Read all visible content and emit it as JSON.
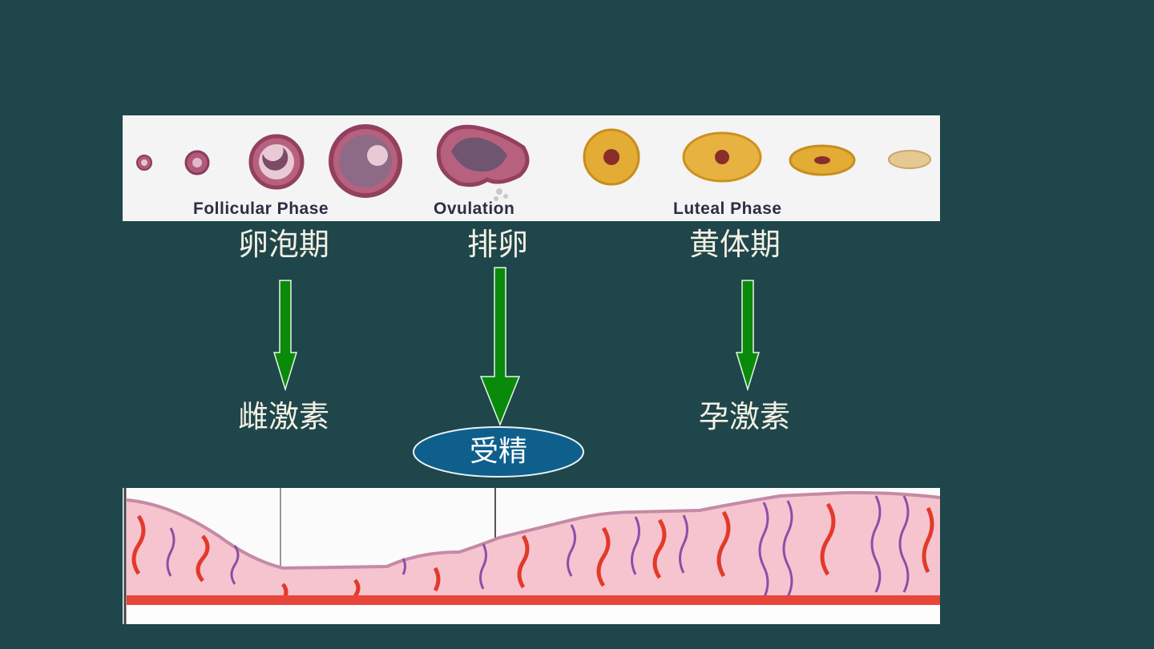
{
  "top_phase_labels": {
    "follicular": "Follicular Phase",
    "ovulation": "Ovulation",
    "luteal": "Luteal Phase"
  },
  "chinese_labels": {
    "follicular": "卵泡期",
    "ovulation": "排卵",
    "luteal": "黄体期",
    "estrogen": "雌激素",
    "progesterone": "孕激素",
    "fertilization": "受精"
  },
  "colors": {
    "background": "#1f464a",
    "arrow_green": "#0a8a0a",
    "ellipse_fill": "#0e5f8c",
    "label_text": "#f4f0e4"
  }
}
